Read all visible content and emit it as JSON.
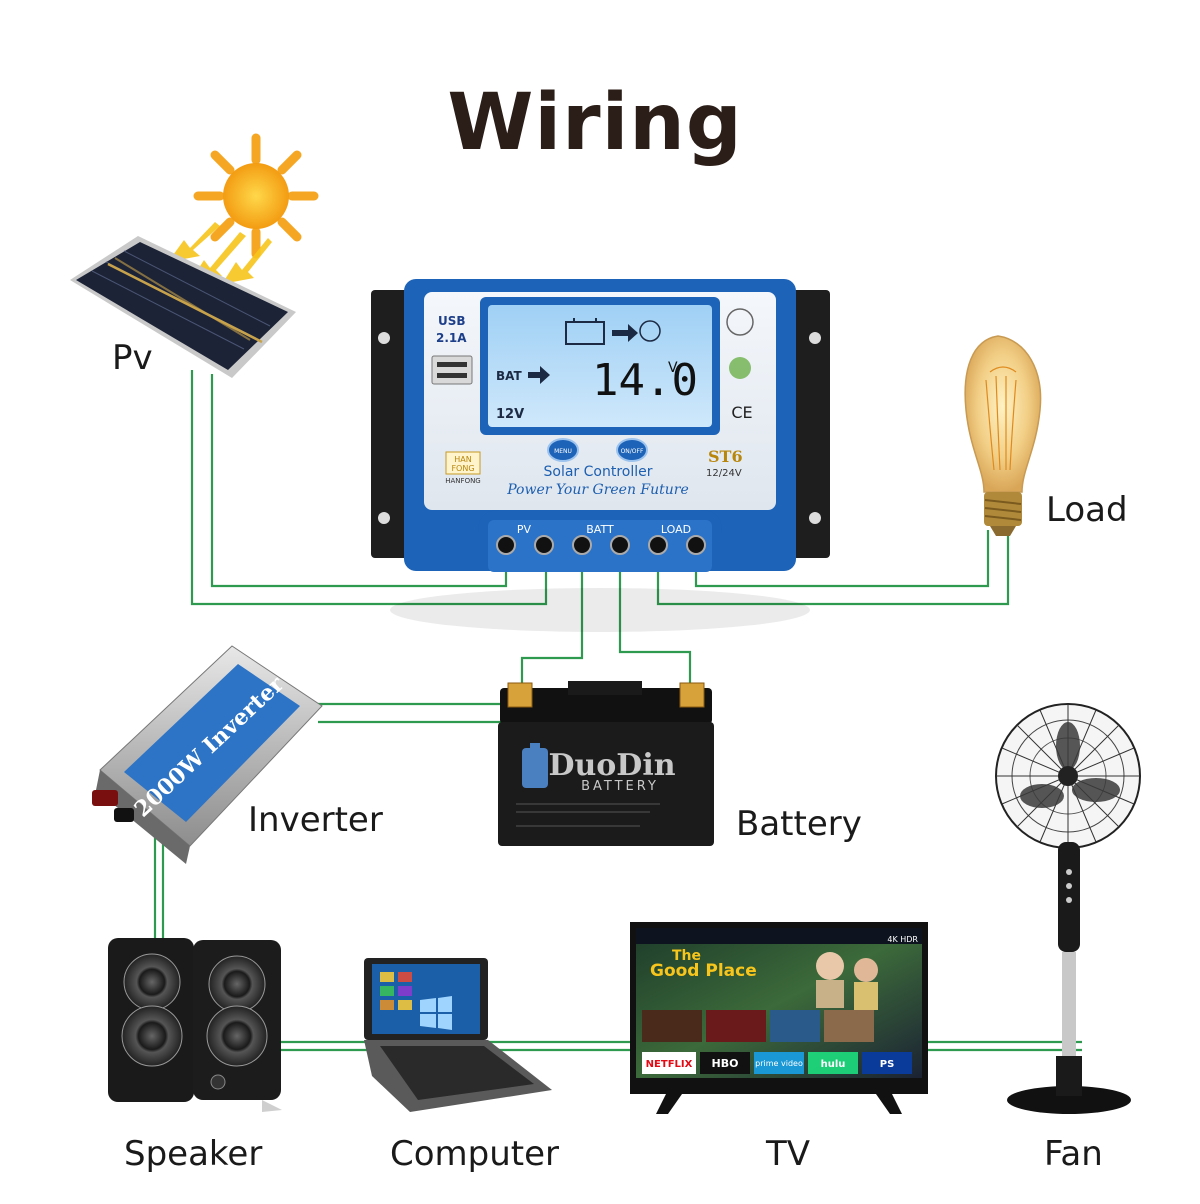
{
  "title": "Wiring",
  "labels": {
    "pv": "Pv",
    "load": "Load",
    "inverter": "Inverter",
    "battery": "Battery",
    "speaker": "Speaker",
    "computer": "Computer",
    "tv": "TV",
    "fan": "Fan"
  },
  "controller": {
    "usb": "USB",
    "usb_current": "2.1A",
    "bat": "BAT",
    "volt_reading": "14.0",
    "volt_unit": "V",
    "system_voltage": "12V",
    "menu": "MENU",
    "onoff": "ON/OFF",
    "name": "Solar Controller",
    "slogan": "Power Your Green Future",
    "model": "ST6",
    "model_voltage": "12/24V",
    "brand_line1": "HAN",
    "brand_line2": "FONG",
    "brand": "HANFONG",
    "ce": "CE",
    "terminal_pv": "PV",
    "terminal_batt": "BATT",
    "terminal_load": "LOAD"
  },
  "battery": {
    "brand": "DuoDin",
    "sub": "BATTERY"
  },
  "inverter": {
    "text": "2000W Inverter"
  },
  "tv": {
    "show_line1": "The",
    "show_line2": "Good Place",
    "badge": "4K HDR",
    "apps": [
      "NETFLIX",
      "HBO",
      "prime video",
      "hulu",
      "PS"
    ]
  },
  "colors": {
    "wire": "#2e9a4f",
    "controller_blue": "#1d63b8",
    "title": "#2b1d17"
  },
  "icons": [
    "sun-icon",
    "solar-panel-icon",
    "light-bulb-icon",
    "usb-port-icon",
    "battery-icon",
    "inverter-icon",
    "speaker-icon",
    "laptop-icon",
    "tv-icon",
    "fan-icon"
  ]
}
